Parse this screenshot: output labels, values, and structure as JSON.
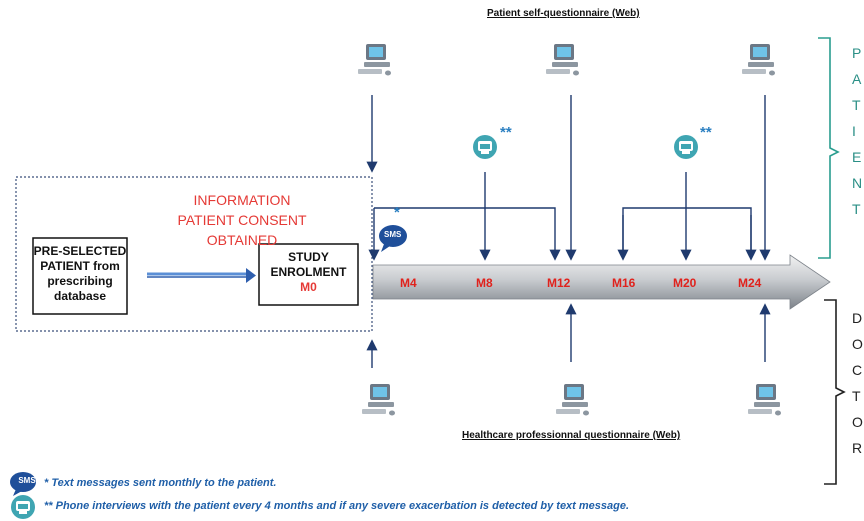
{
  "top_label": "Patient self-questionnaire (Web)",
  "bottom_label": "Healthcare professionnal questionnaire (Web)",
  "info_lines": [
    "INFORMATION",
    "PATIENT CONSENT",
    "OBTAINED"
  ],
  "preselected_lines": [
    "PRE-SELECTED",
    "PATIENT from",
    "prescribing",
    "database"
  ],
  "study_lines": [
    "STUDY",
    "ENROLMENT"
  ],
  "study_m0": "M0",
  "timeline_points": [
    "M4",
    "M8",
    "M12",
    "M16",
    "M20",
    "M24"
  ],
  "sms_label": "SMS",
  "single_star": "*",
  "double_star": "**",
  "legend": {
    "sms": "* Text messages sent monthly to the patient.",
    "phone": "** Phone interviews with the patient every 4 months and if any severe exacerbation is detected by text message."
  },
  "right_top_letters": [
    "P",
    "A",
    "T",
    "I",
    "E",
    "N",
    "T"
  ],
  "right_bottom_letters": [
    "D",
    "O",
    "C",
    "T",
    "O",
    "R"
  ],
  "colors": {
    "accent_red": "#e53935",
    "arrow_blue": "#1f3a6e",
    "teal_bracket": "#2a9d8f",
    "legend_blue": "#1f5fa8",
    "timeline_grey": "#9aa0a6"
  }
}
